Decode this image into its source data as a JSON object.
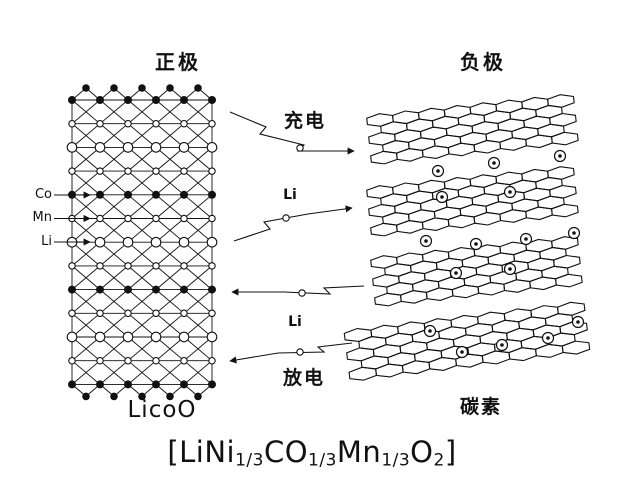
{
  "colors": {
    "ink": "#111111",
    "background": "#ffffff"
  },
  "cathode": {
    "title": "正极",
    "caption": "LicoO",
    "layer_labels": [
      {
        "label": "Co"
      },
      {
        "label": "Mn"
      },
      {
        "label": "Li"
      }
    ]
  },
  "anode": {
    "title": "负极",
    "caption": "碳素"
  },
  "transfer": {
    "charge_label": "充电",
    "li_charge_label": "Li",
    "li_discharge_label": "Li",
    "discharge_label": "放电"
  },
  "formula": {
    "segments": [
      {
        "text": "[LiNi"
      },
      {
        "text": "1/3"
      },
      {
        "text": "CO"
      },
      {
        "text": "1/3"
      },
      {
        "text": "Mn"
      },
      {
        "text": "1/3"
      },
      {
        "text": "O"
      },
      {
        "text": "2"
      },
      {
        "text": "]"
      }
    ]
  }
}
